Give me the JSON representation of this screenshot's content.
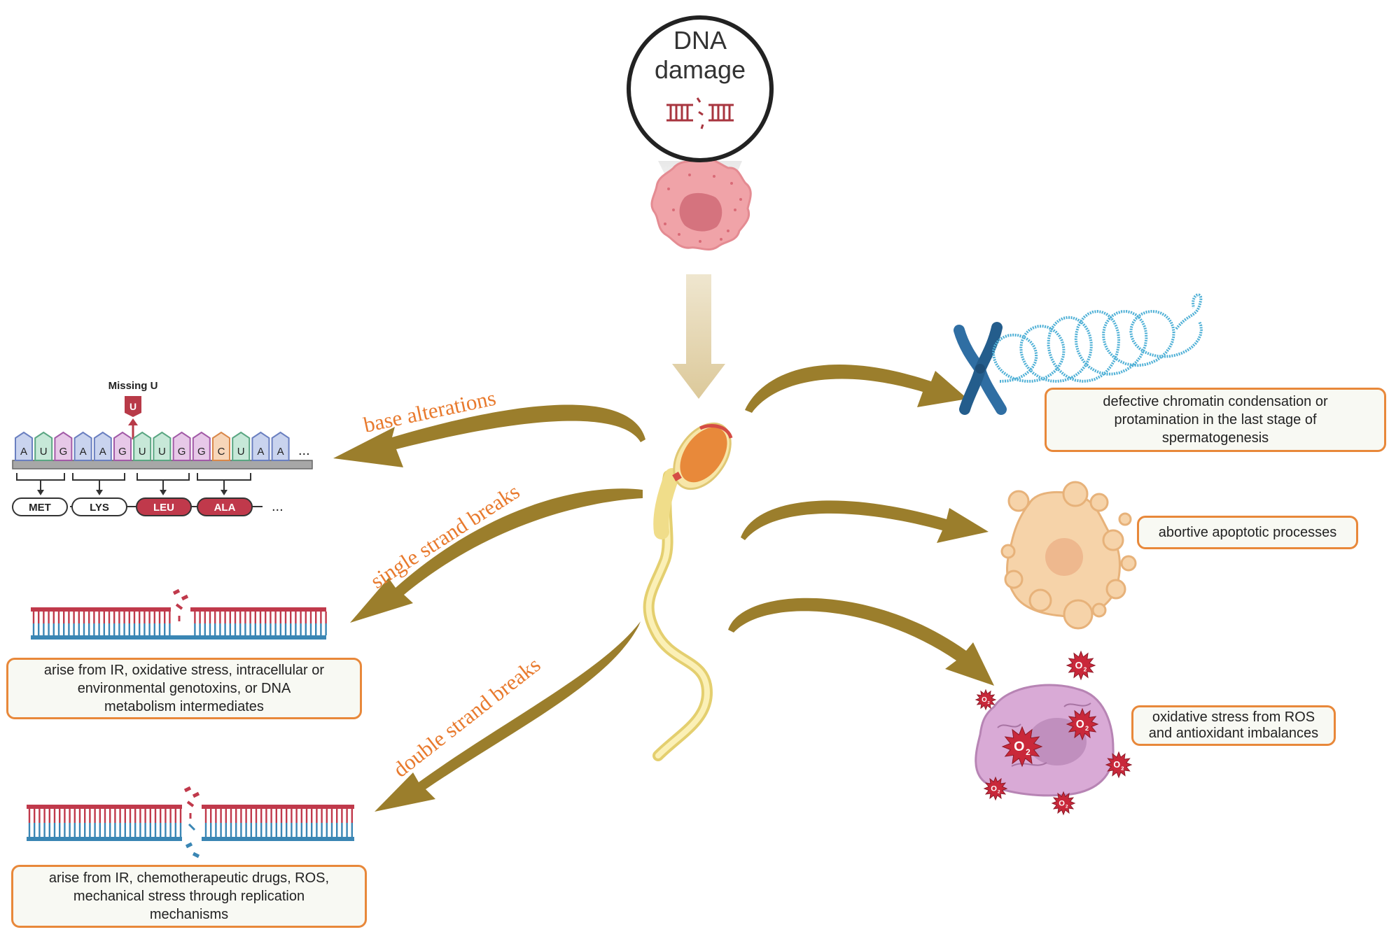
{
  "header": {
    "title_line1": "DNA",
    "title_line2": "damage"
  },
  "pathways": {
    "base_alterations": "base alterations",
    "single_strand_breaks": "single strand breaks",
    "double_strand_breaks": "double strand breaks"
  },
  "mutation": {
    "missing_label": "Missing U",
    "missing_base": "U",
    "bases": [
      "A",
      "U",
      "G",
      "A",
      "A",
      "G",
      "U",
      "U",
      "G",
      "G",
      "C",
      "U",
      "A",
      "A"
    ],
    "ellipsis": "...",
    "amino_acids": [
      "MET",
      "LYS",
      "LEU",
      "ALA"
    ],
    "aa_ellipsis": "..."
  },
  "boxes": {
    "ssb_cause": [
      "arise from IR, oxidative stress, intracellular or",
      "environmental genotoxins, or DNA",
      "metabolism intermediates"
    ],
    "dsb_cause": [
      "arise from IR, chemotherapeutic drugs, ROS,",
      "mechanical stress through replication",
      "mechanisms"
    ],
    "chromatin": [
      "defective chromatin condensation or",
      "protamination in the last stage of",
      "spermatogenesis"
    ],
    "apoptosis": [
      "abortive apoptotic processes"
    ],
    "oxidative": [
      "oxidative stress from ROS",
      "and antioxidant imbalances"
    ]
  },
  "ros_label": "O",
  "ros_sub": "2",
  "colors": {
    "orange_text": "#e87a2e",
    "arrow": "#9b7e2c",
    "box_border": "#e8883a",
    "box_fill": "#f8f9f3",
    "dna_red": "#c0394b",
    "dna_blue": "#3a86b4",
    "chromosome": "#2f6ea3",
    "chromatin": "#4fb0d6",
    "apoptotic_cell": "#f6d3a9",
    "ros_cell": "#d9aad6",
    "ros_star": "#c9283a"
  }
}
